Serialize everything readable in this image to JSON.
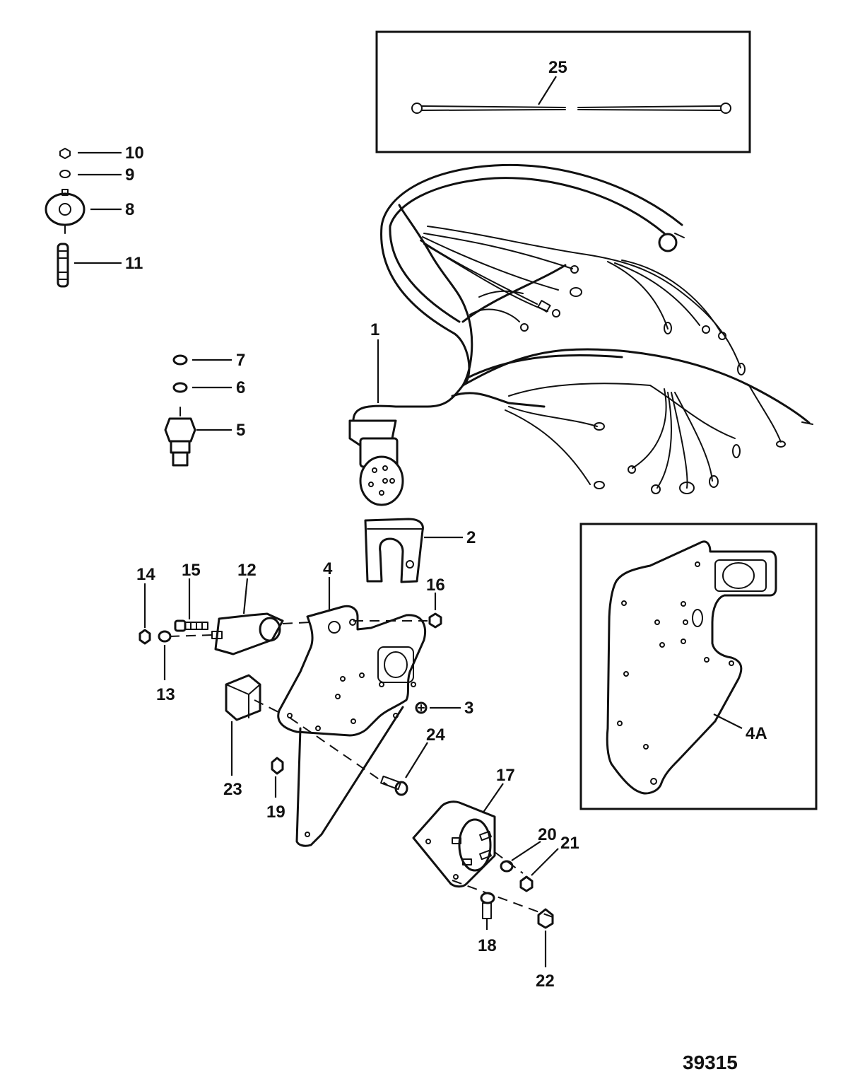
{
  "callouts": {
    "c1": "1",
    "c2": "2",
    "c3": "3",
    "c4": "4",
    "c4a": "4A",
    "c5": "5",
    "c6": "6",
    "c7": "7",
    "c8": "8",
    "c9": "9",
    "c10": "10",
    "c11": "11",
    "c12": "12",
    "c13": "13",
    "c14": "14",
    "c15": "15",
    "c16": "16",
    "c17": "17",
    "c18": "18",
    "c19": "19",
    "c20": "20",
    "c21": "21",
    "c22": "22",
    "c23": "23",
    "c24": "24",
    "c25": "25"
  },
  "document_number": "39315"
}
